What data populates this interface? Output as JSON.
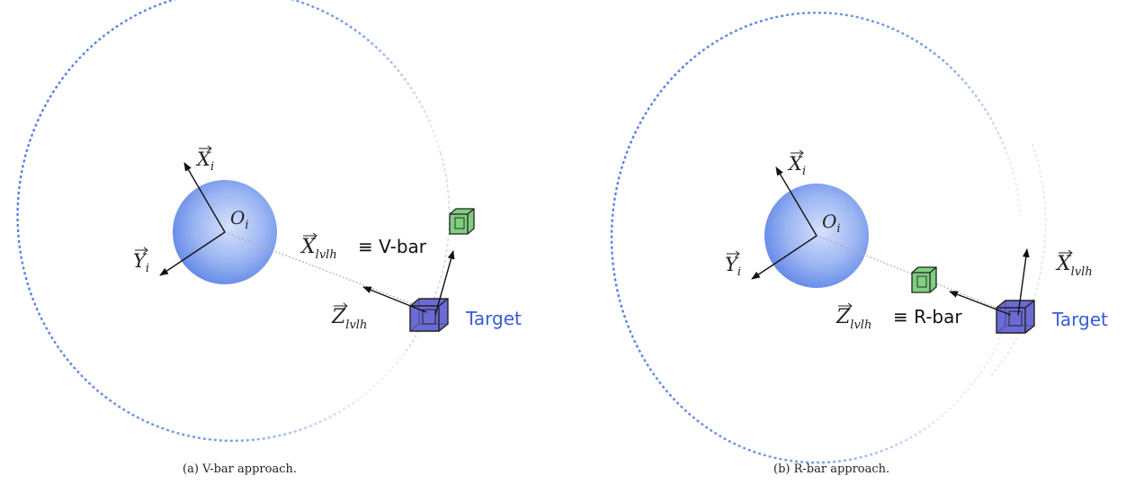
{
  "panels": [
    {
      "origin_label": "O",
      "origin_sub": "i",
      "xi_label": "X",
      "xi_sub": "i",
      "yi_label": "Y",
      "yi_sub": "i",
      "xlvlh_label": "X",
      "xlvlh_sub": "lvlh",
      "xlvlh_suffix": "≡ V-bar",
      "zlvlh_label": "Z",
      "zlvlh_sub": "lvlh",
      "target_label": "Target",
      "caption": "(a) V-bar approach."
    },
    {
      "origin_label": "O",
      "origin_sub": "i",
      "xi_label": "X",
      "xi_sub": "i",
      "yi_label": "Y",
      "yi_sub": "i",
      "xlvlh_label": "X",
      "xlvlh_sub": "lvlh",
      "zlvlh_label": "Z",
      "zlvlh_sub": "lvlh",
      "zlvlh_suffix": "≡ R-bar",
      "target_label": "Target",
      "caption": "(b) R-bar approach."
    }
  ],
  "colors": {
    "orbit": "#5b86e5",
    "planet": "#7e9ff0",
    "target_cube": "#5a5ad0",
    "chaser_cube": "#6cc36c",
    "target_text": "#3a5bd9"
  }
}
